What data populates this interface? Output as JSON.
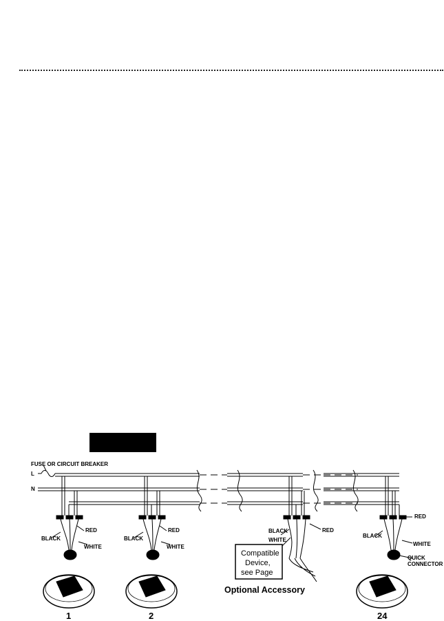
{
  "diagram": {
    "fuse_label": "FUSE OR CIRCUIT BREAKER",
    "line_label": "L",
    "neutral_label": "N",
    "wire_labels": {
      "black": "BLACK",
      "red": "RED",
      "white": "WHITE"
    },
    "quick_connector": [
      "QUICK",
      "CONNECTOR"
    ],
    "compatible_device": [
      "Compatible",
      "Device,",
      "see Page"
    ],
    "optional_accessory": "Optional Accessory",
    "alarm_numbers": [
      "1",
      "2",
      "24"
    ]
  }
}
